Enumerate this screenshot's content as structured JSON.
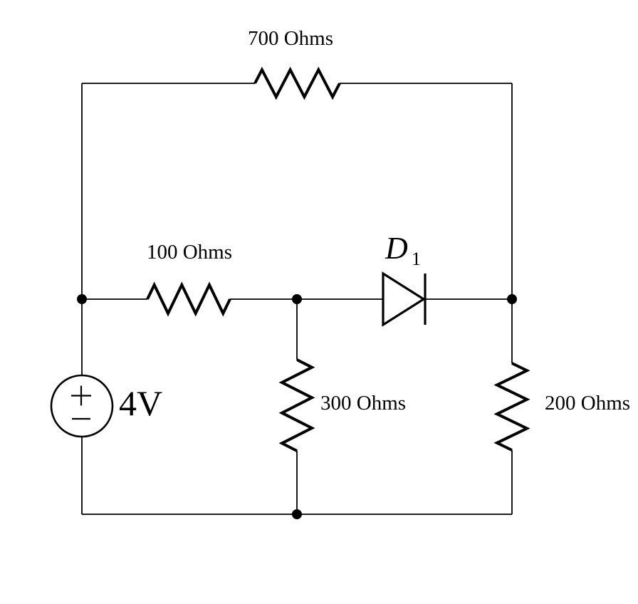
{
  "diagram": {
    "kind": "circuit-schematic",
    "colors": {
      "background": "#ffffff",
      "ink": "#000000"
    },
    "components": {
      "resistor_top": {
        "label": "700 Ohms"
      },
      "resistor_left": {
        "label": "100 Ohms"
      },
      "resistor_middle": {
        "label": "300 Ohms"
      },
      "resistor_right": {
        "label": "200 Ohms"
      },
      "voltage_source": {
        "label": "4V",
        "plus": "+",
        "minus": "−"
      },
      "diode": {
        "label": "D",
        "subscript": "1"
      }
    }
  }
}
